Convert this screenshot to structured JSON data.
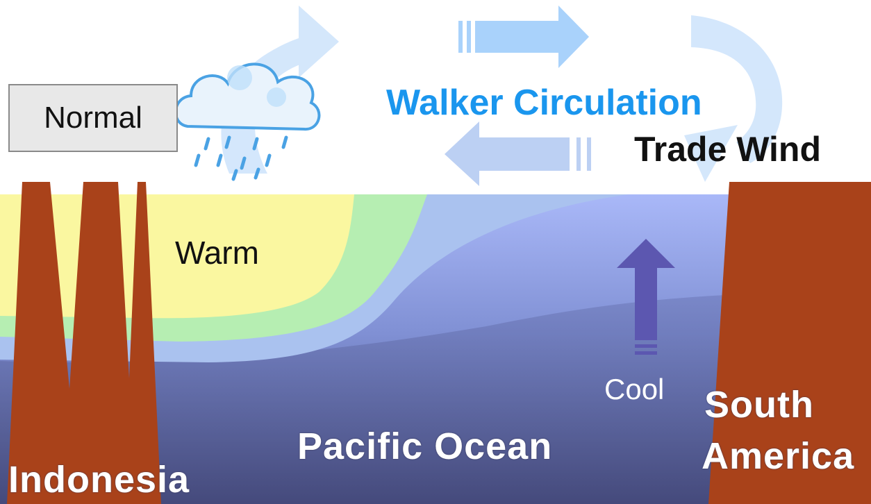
{
  "badge": {
    "label": "Normal"
  },
  "title": "Walker Circulation",
  "wind_label": "Trade Wind",
  "water": {
    "warm": "Warm",
    "cool": "Cool",
    "ocean": "Pacific Ocean"
  },
  "land": {
    "west": "Indonesia",
    "east_line1": "South",
    "east_line2": "America"
  },
  "colors": {
    "warm_water": "#faf7a0",
    "mid_water": "#b6eeb2",
    "cool_water": "#a7c0ee",
    "deep_ocean": "#4c5288",
    "land": "#a9421a",
    "circulation_arrow": "#bcdcfb",
    "walker_text": "#1a96ee",
    "upwelling_arrow": "#5c57b0"
  },
  "icons": [
    "rain-cloud-icon",
    "circulation-arrow-icon",
    "upwelling-arrow-icon"
  ]
}
